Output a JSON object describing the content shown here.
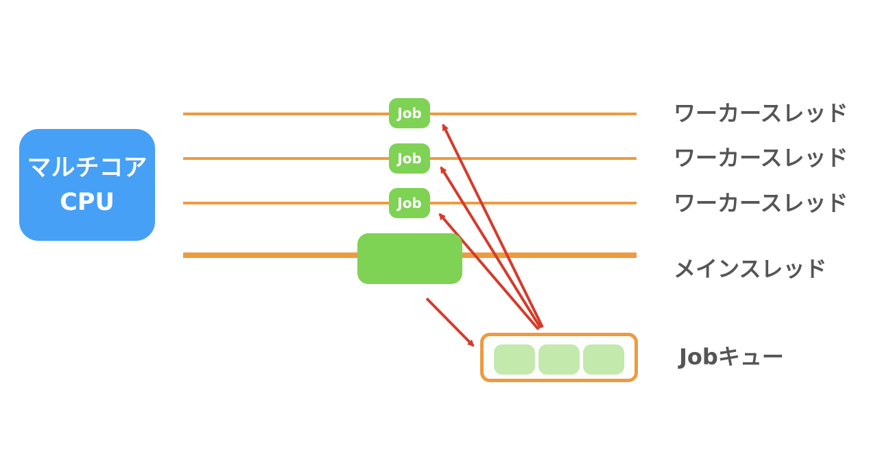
{
  "cpu": {
    "line1": "マルチコア",
    "line2": "CPU"
  },
  "threads": {
    "worker1_label": "ワーカースレッド",
    "worker2_label": "ワーカースレッド",
    "worker3_label": "ワーカースレッド",
    "main_label": "メインスレッド"
  },
  "jobs": {
    "job1": "Job",
    "job2": "Job",
    "job3": "Job"
  },
  "queue": {
    "label": "Jobキュー"
  },
  "colors": {
    "cpu": "#45a0f6",
    "thread_line": "#ee9a3e",
    "job": "#7ed254",
    "queued_job": "#c3e9ad",
    "arrow": "#d63a2a",
    "label_text": "#555555"
  }
}
